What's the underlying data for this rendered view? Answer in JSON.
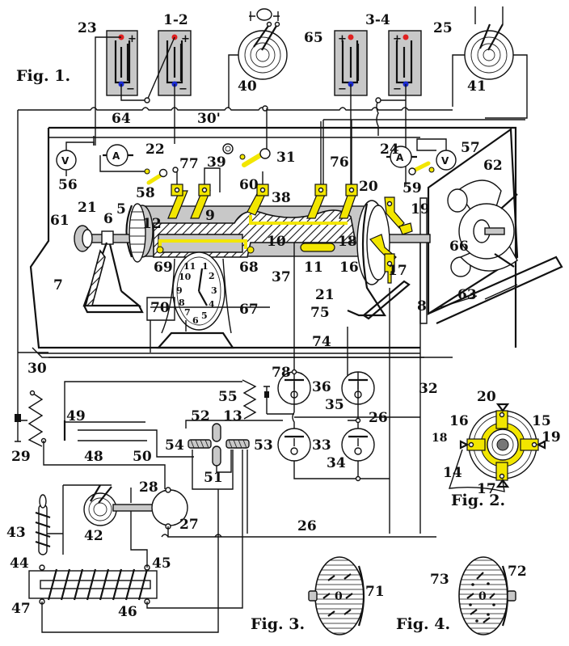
{
  "figures": {
    "fig1": "Fig. 1.",
    "fig2": "Fig. 2.",
    "fig3": "Fig. 3.",
    "fig4": "Fig. 4."
  },
  "battery_groups": {
    "left": "1-2",
    "right": "3-4"
  },
  "battery_signs": {
    "plus": "+",
    "minus": "−"
  },
  "meter_symbols": {
    "voltmeter": "V",
    "ammeter": "A"
  },
  "colors": {
    "highlight": "#f2e600",
    "battery_fill": "#c8c8c8",
    "positive_terminal": "#e02020",
    "negative_terminal": "#1a2ad0"
  },
  "clock_numerals": [
    "1",
    "2",
    "3",
    "4",
    "5",
    "6",
    "7",
    "8",
    "9",
    "10",
    "11"
  ],
  "labels": {
    "l5": "5",
    "l6": "6",
    "l7": "7",
    "l8": "8",
    "l9": "9",
    "l10": "10",
    "l11": "11",
    "l12": "12",
    "l13": "13",
    "l14": "14",
    "l15": "15",
    "l16": "16",
    "l17": "17",
    "l18": "18",
    "l19": "19",
    "l20": "20",
    "l21": "21",
    "l22": "22",
    "l23": "23",
    "l24": "24",
    "l25": "25",
    "l26": "26",
    "l27": "27",
    "l28": "28",
    "l29": "29",
    "l30": "30",
    "l30p": "30'",
    "l31": "31",
    "l32": "32",
    "l33": "33",
    "l34": "34",
    "l35": "35",
    "l36": "36",
    "l37": "37",
    "l38": "38",
    "l39": "39",
    "l40": "40",
    "l41": "41",
    "l42": "42",
    "l43": "43",
    "l44": "44",
    "l45": "45",
    "l46": "46",
    "l47": "47",
    "l48": "48",
    "l49": "49",
    "l50": "50",
    "l51": "51",
    "l52": "52",
    "l53": "53",
    "l54": "54",
    "l55": "55",
    "l56": "56",
    "l57": "57",
    "l58": "58",
    "l59": "59",
    "l60": "60",
    "l61": "61",
    "l62": "62",
    "l63": "63",
    "l64": "64",
    "l65": "65",
    "l66": "66",
    "l67": "67",
    "l68": "68",
    "l69": "69",
    "l70": "70",
    "l71": "71",
    "l72": "72",
    "l73": "73",
    "l74": "74",
    "l75": "75",
    "l76": "76",
    "l77": "77",
    "l78": "78",
    "f2_14": "14",
    "f2_15": "15",
    "f2_16": "16",
    "f2_17": "17",
    "f2_18": "18",
    "f2_19": "19",
    "f2_20": "20",
    "f3_center": "0",
    "f4_center": "0"
  }
}
